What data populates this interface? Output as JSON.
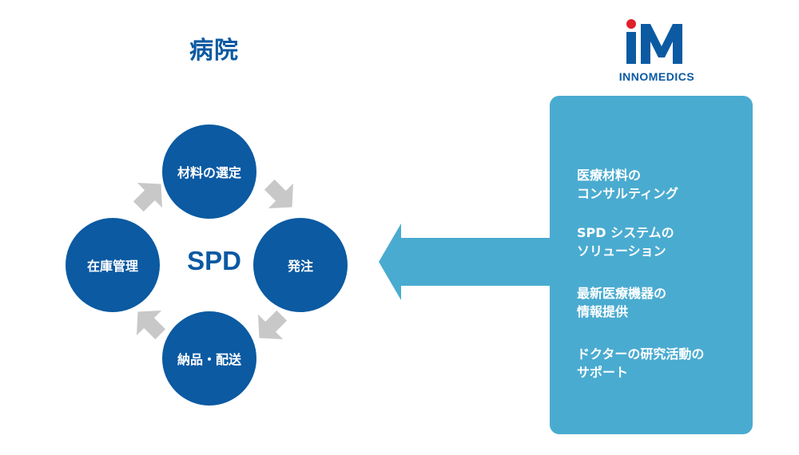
{
  "hospital": {
    "title": "病院"
  },
  "cycle": {
    "center": "SPD",
    "nodes": {
      "top": "材料の選定",
      "right": "発注",
      "bottom": "納品・配送",
      "left": "在庫管理"
    }
  },
  "logo": {
    "text": "INNOMEDICS"
  },
  "services": [
    {
      "lines": [
        "医療材料の",
        "コンサルティング"
      ]
    },
    {
      "lines": [
        "SPD システムの",
        "ソリューション"
      ]
    },
    {
      "lines": [
        "最新医療機器の",
        "情報提供"
      ]
    },
    {
      "lines": [
        "ドクターの研究活動の",
        "サポート"
      ]
    }
  ],
  "colors": {
    "primary": "#0b5aa2",
    "panel": "#4aabd0",
    "cycle_arrow": "#c8c8c8",
    "logo_dot": "#e0202a"
  }
}
